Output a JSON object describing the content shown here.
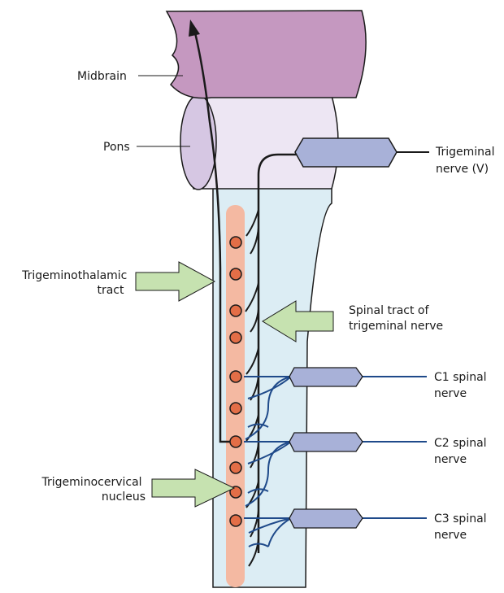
{
  "labels": {
    "midbrain": "Midbrain",
    "pons": "Pons",
    "trigeminal_nerve_line1": "Trigeminal",
    "trigeminal_nerve_line2": "nerve (V)",
    "trigeminothalamic_line1": "Trigeminothalamic",
    "trigeminothalamic_line2": "tract",
    "spinal_tract_line1": "Spinal tract of",
    "spinal_tract_line2": "trigeminal nerve",
    "c1_line1": "C1 spinal",
    "c1_line2": "nerve",
    "c2_line1": "C2 spinal",
    "c2_line2": "nerve",
    "c3_line1": "C3 spinal",
    "c3_line2": "nerve",
    "trigeminocervical_line1": "Trigeminocervical",
    "trigeminocervical_line2": "nucleus"
  },
  "colors": {
    "midbrain": "#c598c0",
    "pons": "#ede6f3",
    "pons_end": "#d6c7e3",
    "spinal_cord": "#dcedf4",
    "nucleus_column": "#f4b9a2",
    "neuron": "#e36e47",
    "nerve_root": "#a8b1d8",
    "nerve_line": "#1f4a8a",
    "arrow": "#c6e2b0",
    "outline": "#1a1a1a"
  }
}
